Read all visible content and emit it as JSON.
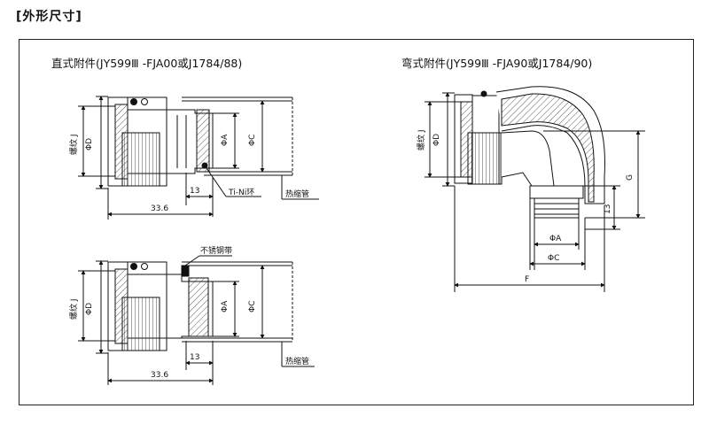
{
  "heading": "[外形尺寸]",
  "straight_fitting": {
    "title": "直式附件(JY599Ⅲ  -FJA00或J1784/88)",
    "top": {
      "phi_d": "ΦD",
      "thread_j": "螺纹 J",
      "phi_a": "ΦA",
      "phi_c": "ΦC",
      "dim_13": "13",
      "dim_33_6": "33.6",
      "ring_label": "Ti-Ni环",
      "tube_label": "热缩管"
    },
    "bottom": {
      "phi_d": "ΦD",
      "thread_j": "螺纹 J",
      "phi_a": "ΦA",
      "phi_c": "ΦC",
      "dim_13": "13",
      "dim_33_6": "33.6",
      "band_label": "不锈钢带",
      "tube_label": "热缩管"
    }
  },
  "elbow_fitting": {
    "title": "弯式附件(JY599Ⅲ  -FJA90或J1784/90)",
    "phi_d": "ΦD",
    "thread_j": "螺纹 J",
    "g": "G",
    "dim_13": "13",
    "phi_a": "ΦA",
    "phi_c": "ΦC",
    "f": "F"
  }
}
